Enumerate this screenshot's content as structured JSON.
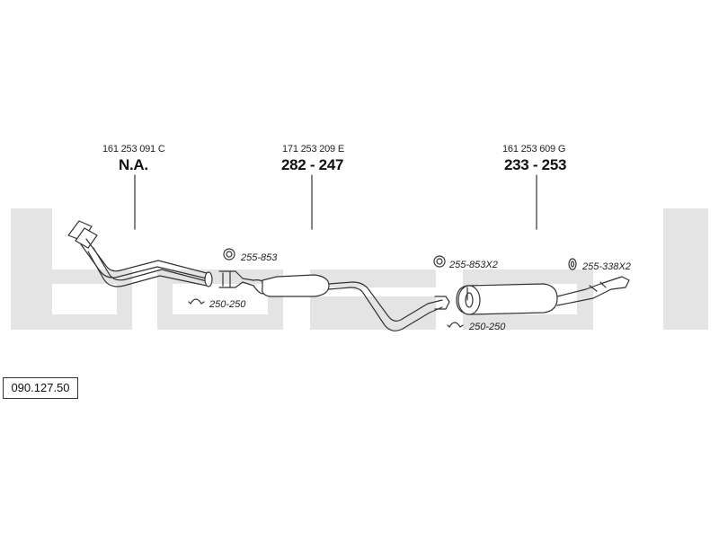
{
  "watermark": {
    "text": "bosal",
    "color": "#e4e4e4"
  },
  "callouts": [
    {
      "oem": "161 253 091 C",
      "part": "N.A."
    },
    {
      "oem": "171 253 209 E",
      "part": "282 - 247"
    },
    {
      "oem": "161 253 609 G",
      "part": "233 - 253"
    }
  ],
  "accessories": [
    {
      "label": "255-853",
      "icon": "gasket-ring-icon"
    },
    {
      "label": "250-250",
      "icon": "pipe-clamp-icon"
    },
    {
      "label": "255-853X2",
      "icon": "gasket-ring-icon"
    },
    {
      "label": "255-338X2",
      "icon": "rubber-hanger-icon"
    },
    {
      "label": "250-250",
      "icon": "pipe-clamp-icon"
    }
  ],
  "reference": "090.127.50"
}
